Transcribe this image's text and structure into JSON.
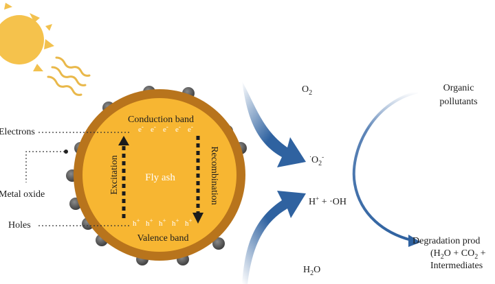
{
  "labels": {
    "electrons": "Electrons",
    "metal_oxide": "Metal oxide",
    "holes": "Holes",
    "conduction_band": "Conduction band",
    "valence_band": "Valence band",
    "fly_ash": "Fly ash",
    "excitation": "Excitation",
    "recombination": "Recombination",
    "electron_symbol": "e",
    "electron_charge": "-",
    "hole_symbol": "h",
    "hole_charge": "+",
    "o2_reactant": "O",
    "o2_subscript": "2",
    "superoxide_prefix": "·",
    "superoxide": "O",
    "superoxide_subscript": "2",
    "superoxide_charge": "-",
    "proton": "H",
    "proton_charge": "+",
    "hydroxyl": " + ·OH",
    "water": "H",
    "water_subscript": "2",
    "water_suffix": "O",
    "organic_pollutants_line1": "Organic",
    "organic_pollutants_line2": "pollutants",
    "degradation_line1": "Degradation prod",
    "degradation_line2_a": "(H",
    "degradation_line2_b": "2",
    "degradation_line2_c": "O + CO",
    "degradation_line2_d": "2",
    "degradation_line2_e": " +",
    "degradation_line3": "Intermediates"
  },
  "colors": {
    "sun": "#f5c24c",
    "sun_rays": "#f2c14e",
    "heat_waves": "#e9b84a",
    "particle_outer": "#b8741c",
    "particle_inner": "#f7b632",
    "metal_oxide_dots": "#4a4a4a",
    "arrow_blue": "#2f62a0"
  }
}
